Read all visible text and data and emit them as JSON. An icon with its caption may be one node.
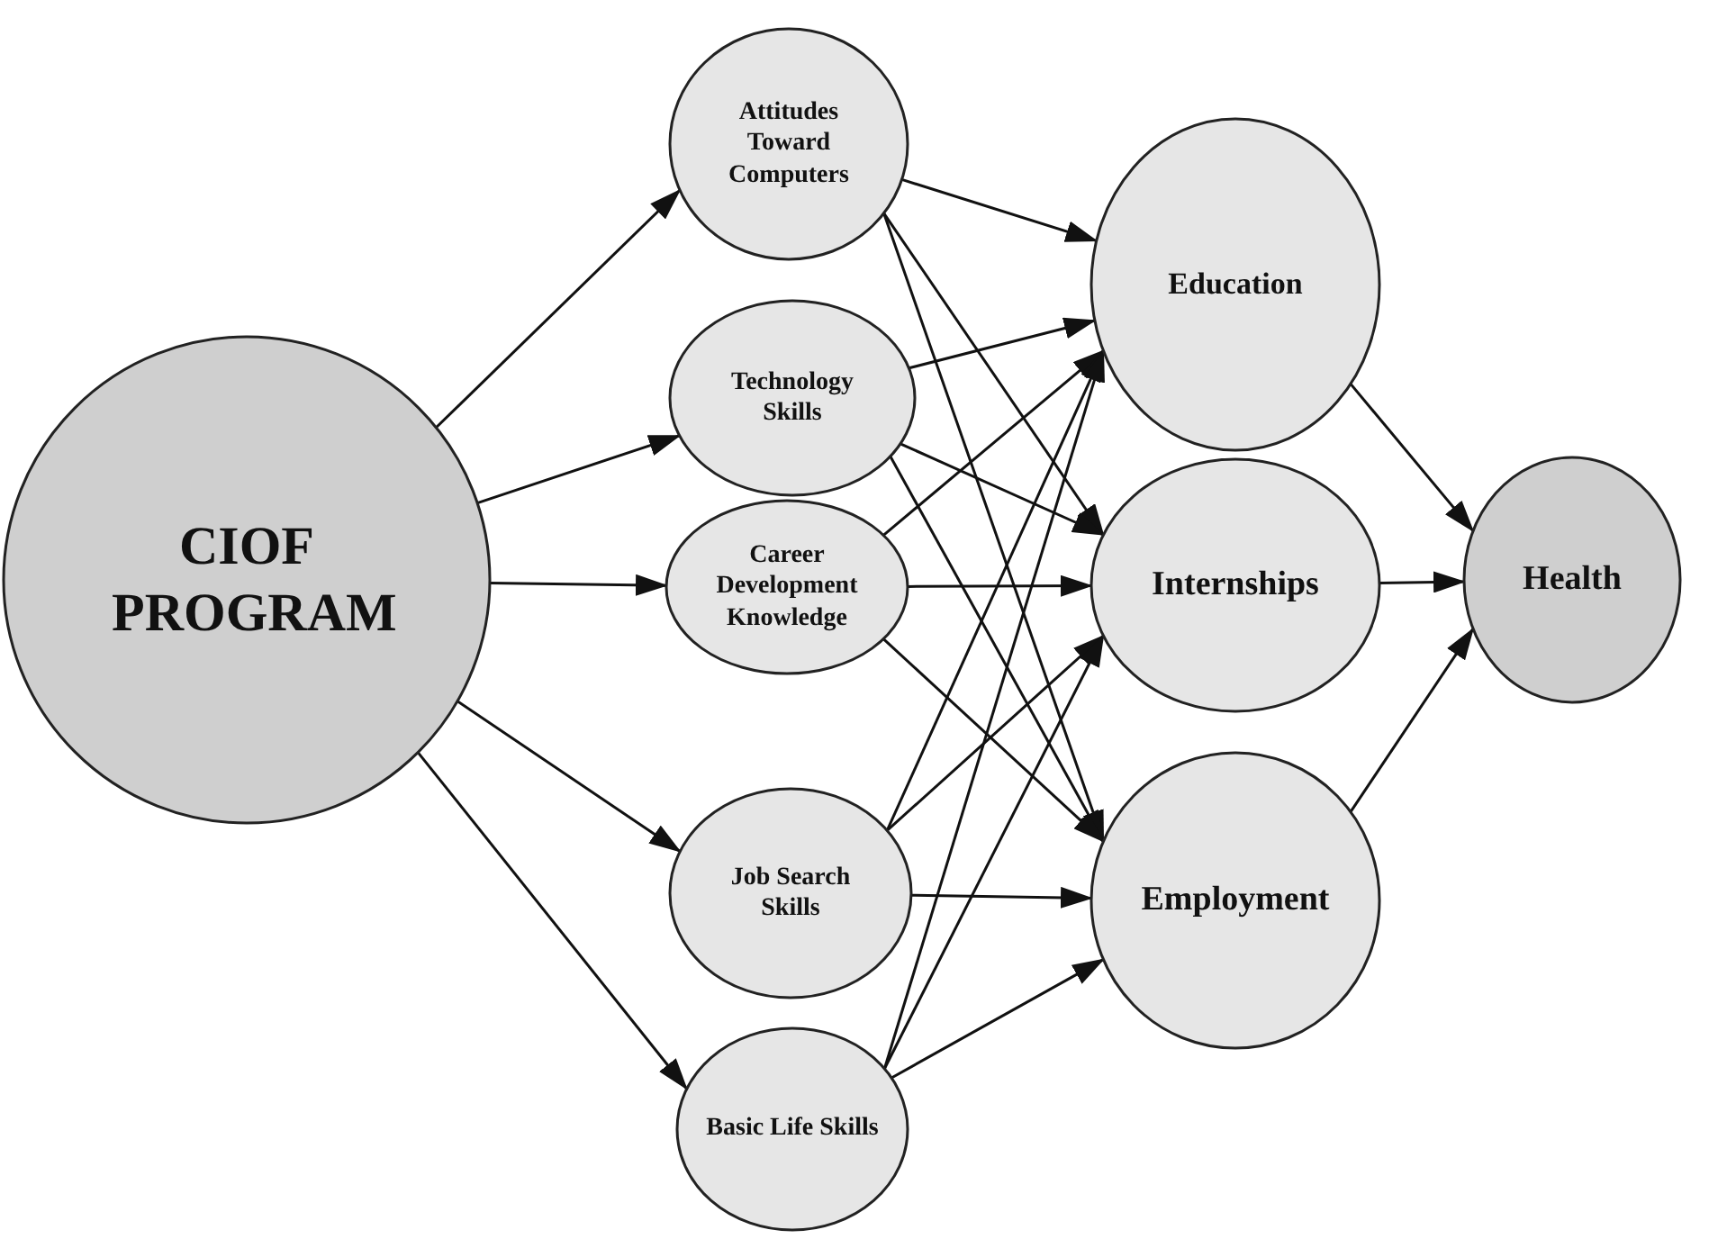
{
  "diagram": {
    "nodes": [
      {
        "text": [
          "CIOF PROGRAM"
        ]
      },
      {
        "text": [
          "Attitudes Toward Computers"
        ]
      },
      {
        "text": [
          "Technology Skills"
        ]
      },
      {
        "text": [
          "Career Development Knowledge"
        ]
      },
      {
        "text": [
          "Job Search Skills"
        ]
      },
      {
        "text": [
          "Basic Life Skills"
        ]
      },
      {
        "text": [
          "Education"
        ]
      },
      {
        "text": [
          "Internships"
        ]
      },
      {
        "text": [
          "Employment"
        ]
      },
      {
        "text": [
          "Health"
        ]
      }
    ],
    "edges": [
      {
        "from": 0,
        "to": 1,
        "arrow": "to"
      },
      {
        "from": 0,
        "to": 2,
        "arrow": "to"
      },
      {
        "from": 0,
        "to": 3,
        "arrow": "to"
      },
      {
        "from": 0,
        "to": 4,
        "arrow": "to"
      },
      {
        "from": 0,
        "to": 5,
        "arrow": "to"
      },
      {
        "from": 1,
        "to": 6,
        "arrow": "to"
      },
      {
        "from": 1,
        "to": 7,
        "arrow": "to"
      },
      {
        "from": 1,
        "to": 8,
        "arrow": "to"
      },
      {
        "from": 2,
        "to": 6,
        "arrow": "to"
      },
      {
        "from": 2,
        "to": 7,
        "arrow": "to"
      },
      {
        "from": 2,
        "to": 8,
        "arrow": "to"
      },
      {
        "from": 3,
        "to": 6,
        "arrow": "to"
      },
      {
        "from": 3,
        "to": 7,
        "arrow": "to"
      },
      {
        "from": 3,
        "to": 8,
        "arrow": "to"
      },
      {
        "from": 4,
        "to": 6,
        "arrow": "to"
      },
      {
        "from": 4,
        "to": 7,
        "arrow": "to"
      },
      {
        "from": 4,
        "to": 8,
        "arrow": "to"
      },
      {
        "from": 5,
        "to": 6,
        "arrow": "to"
      },
      {
        "from": 5,
        "to": 7,
        "arrow": "to"
      },
      {
        "from": 5,
        "to": 8,
        "arrow": "to"
      },
      {
        "from": 6,
        "to": 9,
        "arrow": "to"
      },
      {
        "from": 7,
        "to": 9,
        "arrow": "to"
      },
      {
        "from": 8,
        "to": 9,
        "arrow": "to"
      }
    ]
  }
}
